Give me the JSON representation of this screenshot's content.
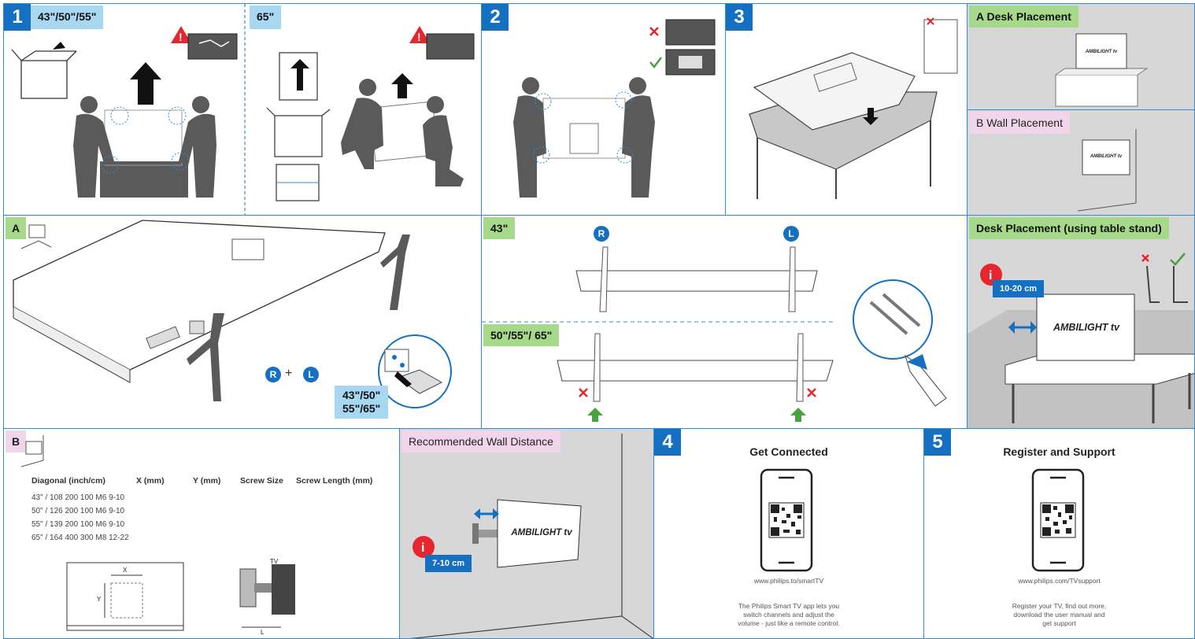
{
  "step1": {
    "number": "1",
    "sizes_label": "43\"/50\"/55\"",
    "size65_label": "65\""
  },
  "step2": {
    "number": "2"
  },
  "step3": {
    "number": "3"
  },
  "placement": {
    "desk_title": "A Desk Placement",
    "wall_title": "B Wall Placement",
    "tv_brand": "AMBILIGHT tv"
  },
  "stand_a": {
    "label": "A",
    "r_label": "R",
    "plus": "+",
    "l_label": "L",
    "sizes_line1": "43\"/50\"",
    "sizes_line2": "55\"/65\""
  },
  "stand_pos": {
    "size43": "43\"",
    "size_other": "50\"/55\"/ 65\"",
    "r_label": "R",
    "l_label": "L"
  },
  "table_stand": {
    "title": "Desk Placement (using table stand)",
    "distance": "10-20 cm",
    "info": "i",
    "tv_brand": "AMBILIGHT tv"
  },
  "wall_mount": {
    "label": "B",
    "headers": [
      "Diagonal (inch/cm)",
      "X (mm)",
      "Y (mm)",
      "Screw Size",
      "Screw Length (mm)"
    ],
    "rows": [
      "43\" / 108  200  100  M6   9-10",
      "50\" / 126  200  100  M6   9-10",
      "55\" / 139  200  100  M6   9-10",
      "65\" / 164  400  300  M8   12-22"
    ],
    "x_label": "X",
    "y_label": "Y",
    "l_label": "L",
    "tv_label": "TV"
  },
  "wall_distance": {
    "title": "Recommended Wall Distance",
    "distance": "7-10 cm",
    "info": "i",
    "tv_brand": "AMBILIGHT tv"
  },
  "step4": {
    "number": "4",
    "title": "Get Connected",
    "url": "www.philips.to/smartTV",
    "desc_line1": "The Philips Smart TV app lets you",
    "desc_line2": "switch channels and adjust the",
    "desc_line3": "volume - just like a remote control."
  },
  "step5": {
    "number": "5",
    "title": "Register and Support",
    "url": "www.philips.com/TVsupport",
    "desc_line1": "Register your TV, find out more,",
    "desc_line2": "download the user manual and",
    "desc_line3": "get support"
  },
  "colors": {
    "brand_blue": "#1570c2",
    "border_blue": "#2d8ed6",
    "green_tag": "#a7d98b",
    "pink_tag": "#f1d5ea",
    "warning_red": "#e5262f",
    "figure_grey": "#5a5a5a"
  }
}
